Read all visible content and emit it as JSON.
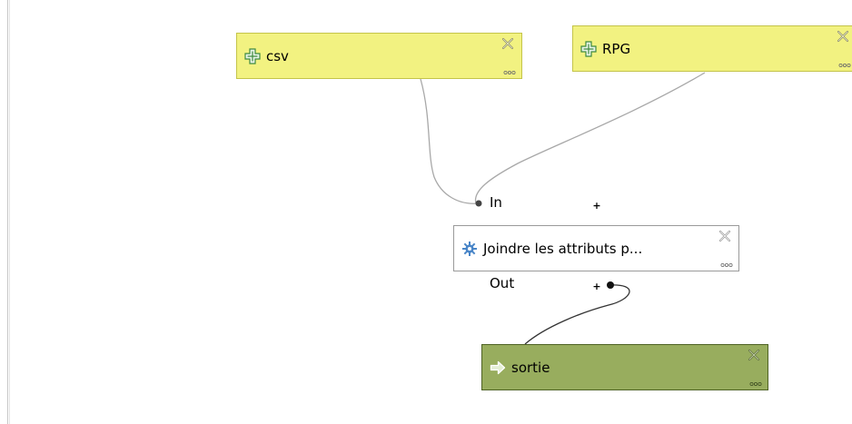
{
  "nodes": {
    "csv": {
      "label": "csv",
      "icon": "plus-cross-icon"
    },
    "rpg": {
      "label": "RPG",
      "icon": "plus-cross-icon"
    },
    "join": {
      "label": "Joindre les attributs p...",
      "icon": "gear-icon",
      "input_port": "In",
      "output_port": "Out"
    },
    "sortie": {
      "label": "sortie",
      "icon": "arrow-right-icon"
    }
  },
  "colors": {
    "input_fill": "#f2f281",
    "input_border": "#c4c44a",
    "output_fill": "#98ad5e",
    "output_border": "#4e6224",
    "algo_fill": "#ffffff",
    "algo_border": "#9a9a9a",
    "link_light": "#a8a8a8",
    "link_dark": "#333333"
  },
  "buttons": {
    "expand_plus": "+"
  }
}
